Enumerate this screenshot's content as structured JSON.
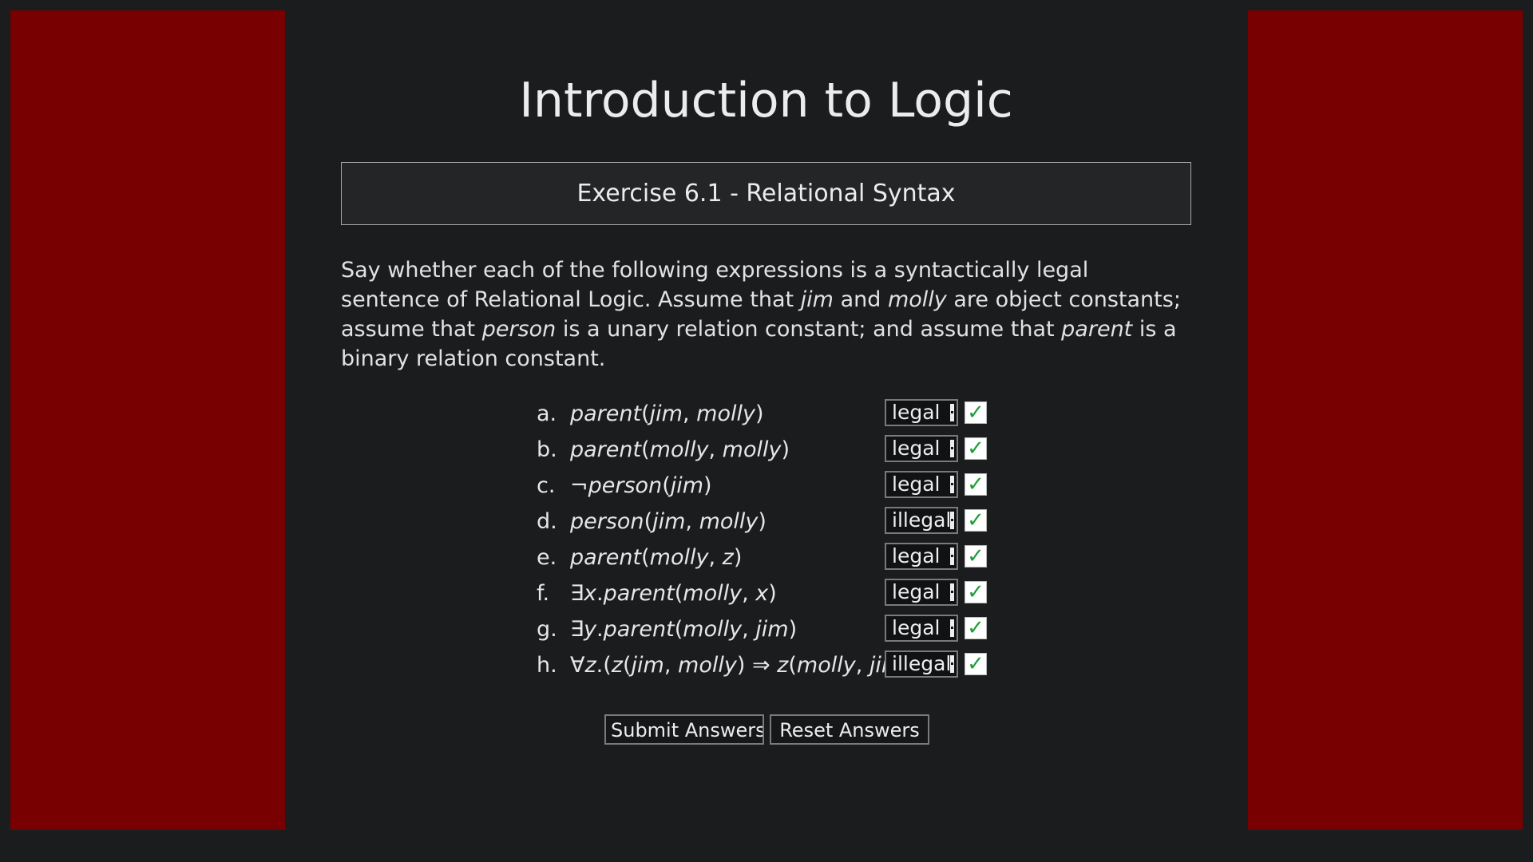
{
  "page": {
    "title": "Introduction to Logic",
    "exercise_title": "Exercise 6.1 - Relational Syntax"
  },
  "instructions": {
    "p1": "Say whether each of the following expressions is a syntactically legal sentence of Relational Logic. Assume that ",
    "c1": "jim",
    "p2": " and ",
    "c2": "molly",
    "p3": " are object constants; assume that ",
    "c3": "person",
    "p4": " is a unary relation constant; and assume that ",
    "c4": "parent",
    "p5": " is a binary relation constant."
  },
  "problems": [
    {
      "letter": "a.",
      "expr_html": "<i>parent</i>(<i>jim</i>, <i>molly</i>)",
      "answer": "legal",
      "correct": true
    },
    {
      "letter": "b.",
      "expr_html": "<i>parent</i>(<i>molly</i>, <i>molly</i>)",
      "answer": "legal",
      "correct": true
    },
    {
      "letter": "c.",
      "expr_html": "¬<i>person</i>(<i>jim</i>)",
      "answer": "legal",
      "correct": true
    },
    {
      "letter": "d.",
      "expr_html": "<i>person</i>(<i>jim</i>, <i>molly</i>)",
      "answer": "illegal",
      "correct": true
    },
    {
      "letter": "e.",
      "expr_html": "<i>parent</i>(<i>molly</i>, <i>z</i>)",
      "answer": "legal",
      "correct": true
    },
    {
      "letter": "f.",
      "expr_html": "∃<i>x</i>.<i>parent</i>(<i>molly</i>, <i>x</i>)",
      "answer": "legal",
      "correct": true
    },
    {
      "letter": "g.",
      "expr_html": "∃<i>y</i>.<i>parent</i>(<i>molly</i>, <i>jim</i>)",
      "answer": "legal",
      "correct": true
    },
    {
      "letter": "h.",
      "expr_html": "∀<i>z</i>.(<i>z</i>(<i>jim</i>, <i>molly</i>) ⇒ <i>z</i>(<i>molly</i>, <i>jim</i>))",
      "answer": "illegal",
      "correct": true
    }
  ],
  "buttons": {
    "submit": "Submit Answers",
    "reset": "Reset Answers"
  },
  "icons": {
    "check": "checkmark-icon",
    "dropdown": "dropdown-arrow-icon"
  },
  "colors": {
    "background": "#1b1c1e",
    "side_panel": "#780000",
    "check_green": "#1f9d3a"
  }
}
